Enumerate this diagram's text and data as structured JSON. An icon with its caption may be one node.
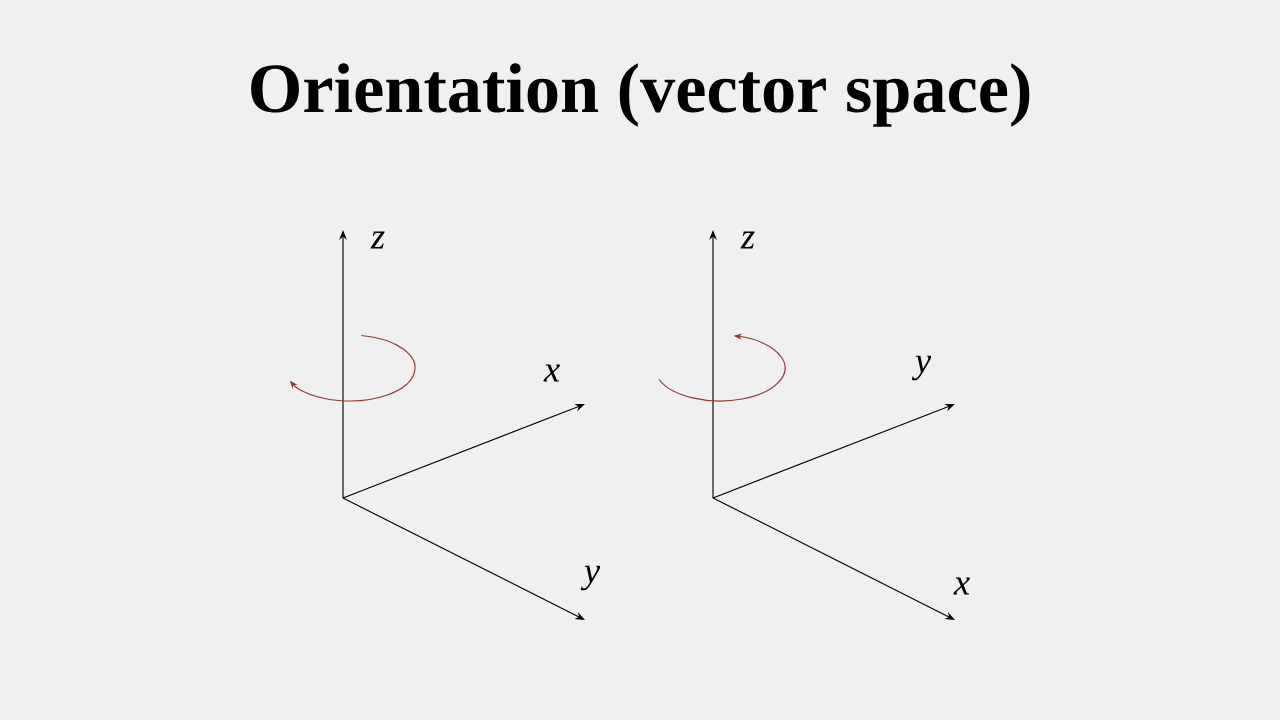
{
  "diagram": {
    "title": "Orientation (vector space)",
    "labels": [
      "z",
      "x",
      "y",
      "z",
      "y",
      "x"
    ]
  }
}
